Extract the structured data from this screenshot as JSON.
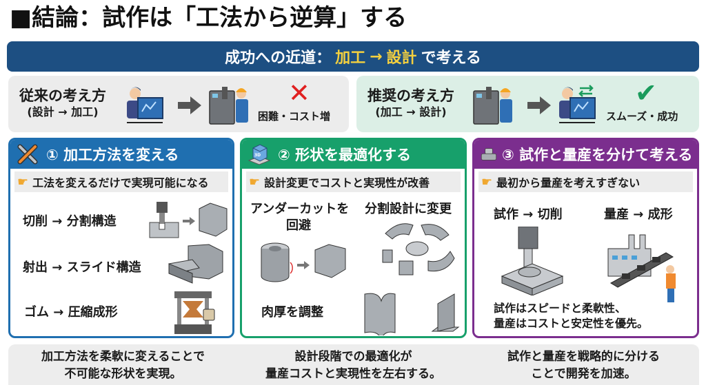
{
  "title": "■結論：試作は「工法から逆算」する",
  "banner": {
    "prefix": "成功への近道：",
    "step1": "加工",
    "arrow": "→",
    "step2": "設計",
    "suffix": "で考える",
    "colors": {
      "background": "#1d4f82",
      "highlight": "#f4d03f"
    }
  },
  "comparison": {
    "old": {
      "label": "従来の考え方",
      "flow": "(設計 → 加工)",
      "result_icon": "cross-icon",
      "result": "困難・コスト増",
      "color": "#e02020"
    },
    "new": {
      "label": "推奨の考え方",
      "flow": "(加工 → 設計)",
      "result_icon": "check-icon",
      "result": "スムーズ・成功",
      "color": "#1a9b5c"
    }
  },
  "panels": [
    {
      "title": "① 加工方法を変える",
      "icon": "wrench-icon",
      "tip": "工法を変えるだけで実現可能になる",
      "items": [
        "切削 → 分割構造",
        "射出 → スライド構造",
        "ゴム → 圧縮成形"
      ],
      "color": "#1f6fb0"
    },
    {
      "title": "② 形状を最適化する",
      "icon": "3d-cube-icon",
      "tip": "設計変更でコストと実現性が改善",
      "items": [
        "アンダーカットを",
        "回避",
        "分割設計に変更",
        "肉厚を調整"
      ],
      "color": "#17a06b"
    },
    {
      "title": "③ 試作と量産を分けて考える",
      "icon": "part-icon",
      "tip": "最初から量産を考えすぎない",
      "items": [
        "試作 → 切削",
        "量産 → 成形"
      ],
      "note_line1": "試作はスピードと柔軟性、",
      "note_line2": "量産はコストと安定性を優先。",
      "color": "#7b2e8e"
    }
  ],
  "footer": [
    {
      "line1": "加工方法を柔軟に変えることで",
      "line2": "不可能な形状を実現。"
    },
    {
      "line1": "設計段階での最適化が",
      "line2": "量産コストと実現性を左右する。"
    },
    {
      "line1": "試作と量産を戦略的に分ける",
      "line2": "ことで開発を加速。"
    }
  ]
}
